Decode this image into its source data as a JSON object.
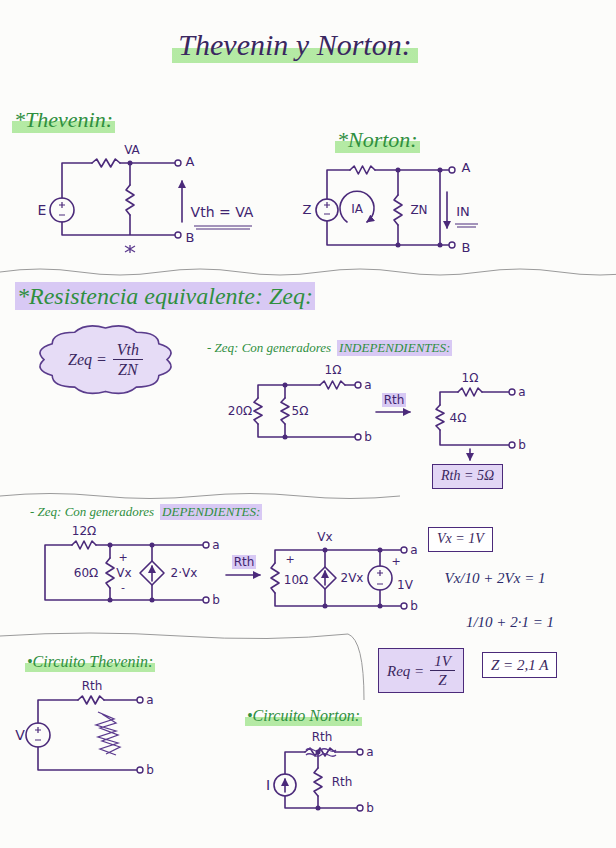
{
  "diagram": {
    "title": "Thevenin y Norton:",
    "nodes": [
      {
        "text": [
          "Zeq =",
          "Vth",
          "ZN"
        ]
      },
      {
        "text": [
          "Rth = 5Ω"
        ]
      },
      {
        "text": [
          "Vx = 1V"
        ]
      },
      {
        "text": [
          "Req =",
          "1V",
          "Z"
        ]
      },
      {
        "text": [
          "Z = 2,1 A"
        ]
      }
    ],
    "labels": [
      "*Thevenin:",
      "VA",
      "A",
      "E",
      "Vth = VA",
      "B",
      "*Norton:",
      "Z",
      "IA",
      "ZN",
      "A",
      "IN",
      "B",
      "*Resistencia equivalente: Zeq:",
      "- Zeq: Con generadores",
      "INDEPENDIENTES:",
      "1Ω",
      "20Ω",
      "5Ω",
      "a",
      "b",
      "Rth",
      "1Ω",
      "4Ω",
      "a",
      "b",
      "- Zeq: Con generadores",
      "DEPENDIENTES:",
      "12Ω",
      "60Ω",
      "+",
      "Vx",
      "-",
      "2·Vx",
      "a",
      "b",
      "Rth",
      "Vx",
      "+",
      "10Ω",
      "2Vx",
      "+",
      "1V",
      "a",
      "b",
      "Vx/10 + 2Vx = 1",
      "1/10 + 2·1 = 1",
      "•Circuito Thevenin:",
      "V",
      "Rth",
      "a",
      "b",
      "•Circuito Norton:",
      "Rth",
      "I",
      "Rth",
      "a",
      "b"
    ]
  }
}
